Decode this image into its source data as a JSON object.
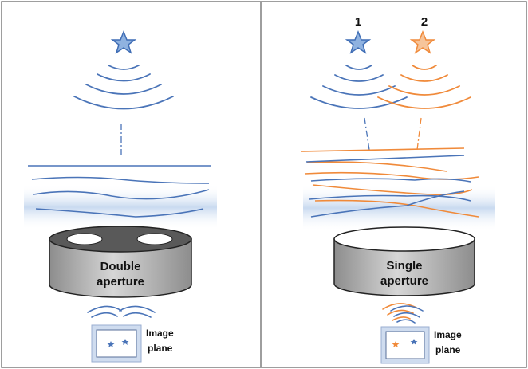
{
  "panels": {
    "left": {
      "aperture_line1": "Double",
      "aperture_line2": "aperture",
      "image_label_line1": "Image",
      "image_label_line2": "plane"
    },
    "right": {
      "star1_label": "1",
      "star2_label": "2",
      "aperture_line1": "Single",
      "aperture_line2": "aperture",
      "image_label_line1": "Image",
      "image_label_line2": "plane"
    }
  },
  "colors": {
    "blue": "#4a74b8",
    "orange": "#f08a3a",
    "border": "#7f7f7f",
    "cylinder": "#bdbdbd",
    "haze": "#dce8f6"
  },
  "icons": [
    "star-icon"
  ]
}
